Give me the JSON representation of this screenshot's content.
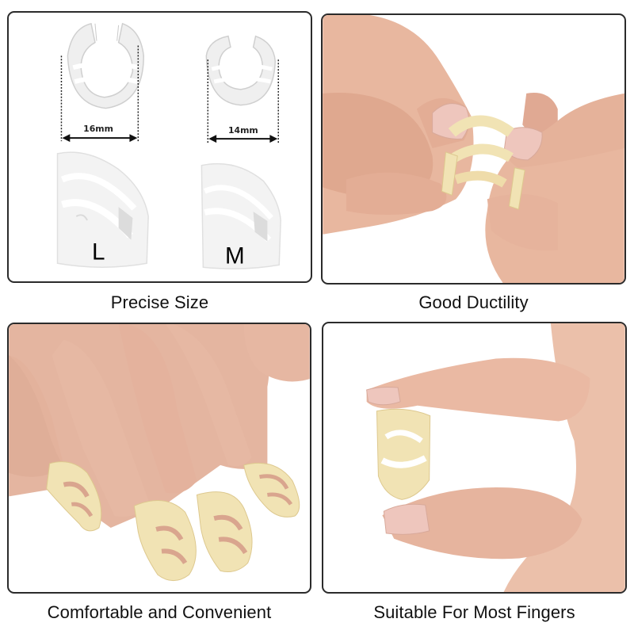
{
  "panels": [
    {
      "id": "precise-size",
      "caption": "Precise Size",
      "sizes": [
        {
          "letter": "L",
          "width_label": "16mm"
        },
        {
          "letter": "M",
          "width_label": "14mm"
        }
      ]
    },
    {
      "id": "good-ductility",
      "caption": "Good Ductility"
    },
    {
      "id": "comfortable",
      "caption": "Comfortable and Convenient"
    },
    {
      "id": "suitable",
      "caption": "Suitable For Most Fingers"
    }
  ],
  "colors": {
    "panel_border": "#2b2b2b",
    "pick_fill": "#f1e3b4",
    "pick_shadow": "#ddc88e",
    "skin": "#e8b79f",
    "skin_dark": "#cf9680",
    "nail": "#eec6bd",
    "clear_pick": "#eeeeee"
  }
}
